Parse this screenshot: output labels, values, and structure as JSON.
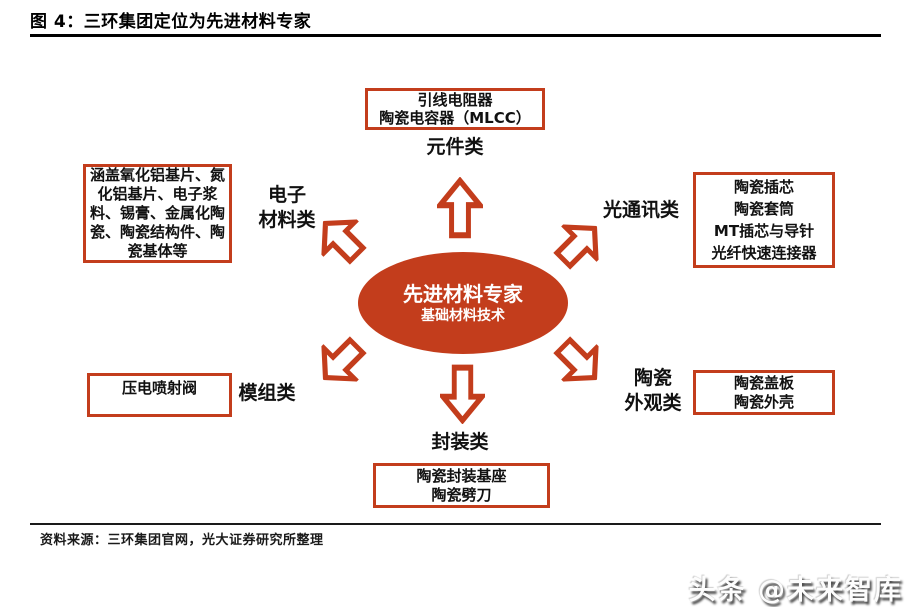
{
  "title": "图 4：三环集团定位为先进材料专家",
  "colors": {
    "accent": "#C33D1C",
    "title_text": "#000000",
    "box_text": "#111111",
    "center_text": "#FFFFFF"
  },
  "center": {
    "line1": "先进材料专家",
    "line2": "基础材料技术"
  },
  "categories": {
    "components": {
      "label": "元件类",
      "items": [
        "引线电阻器",
        "陶瓷电容器（MLCC）"
      ]
    },
    "electronic_materials": {
      "label": "电子\n材料类",
      "items": [
        "涵盖氧化铝基片、氮化铝基片、电子浆料、锡膏、金属化陶瓷、陶瓷结构件、陶瓷基体等"
      ]
    },
    "optical_comm": {
      "label": "光通讯类",
      "items": [
        "陶瓷插芯",
        "陶瓷套筒",
        "MT插芯与导针",
        "光纤快速连接器"
      ]
    },
    "modules": {
      "label": "模组类",
      "items": [
        "压电喷射阀"
      ]
    },
    "ceramic_exterior": {
      "label": "陶瓷\n外观类",
      "items": [
        "陶瓷盖板",
        "陶瓷外壳"
      ]
    },
    "packaging": {
      "label": "封装类",
      "items": [
        "陶瓷封装基座",
        "陶瓷劈刀"
      ]
    }
  },
  "icons": {
    "arrows": [
      "arrow-up",
      "arrow-up-left",
      "arrow-up-right",
      "arrow-down-left",
      "arrow-down-right",
      "arrow-down"
    ]
  },
  "footer": {
    "source": "资料来源：三环集团官网，光大证券研究所整理"
  },
  "watermark": "头条 @未来智库"
}
